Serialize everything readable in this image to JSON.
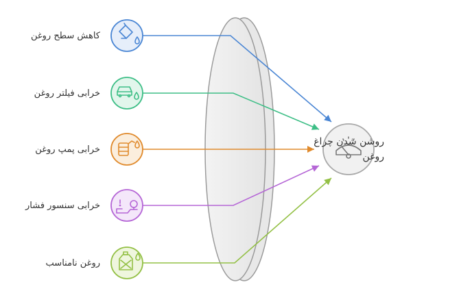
{
  "causes": [
    {
      "label": "کاهش سطح روغن",
      "icon": "oil-can-drop-icon",
      "color": "#4A86D4",
      "fill": "#E6EEFA"
    },
    {
      "label": "خرابی فیلتر روغن",
      "icon": "car-oil-drop-icon",
      "color": "#3DBE86",
      "fill": "#E2F6EC"
    },
    {
      "label": "خرابی پمپ روغن",
      "icon": "oil-pump-icon",
      "color": "#E08A2C",
      "fill": "#FBEEDD"
    },
    {
      "label": "خرابی سنسور فشار",
      "icon": "pressure-sensor-icon",
      "color": "#B566D6",
      "fill": "#F4E7FA"
    },
    {
      "label": "روغن نامناسب",
      "icon": "oil-canister-icon",
      "color": "#93C045",
      "fill": "#EFF6DE"
    }
  ],
  "result": {
    "line1": "روشن شدن چراغ",
    "line2": "روغن",
    "icon": "wiper-gauge-icon"
  }
}
